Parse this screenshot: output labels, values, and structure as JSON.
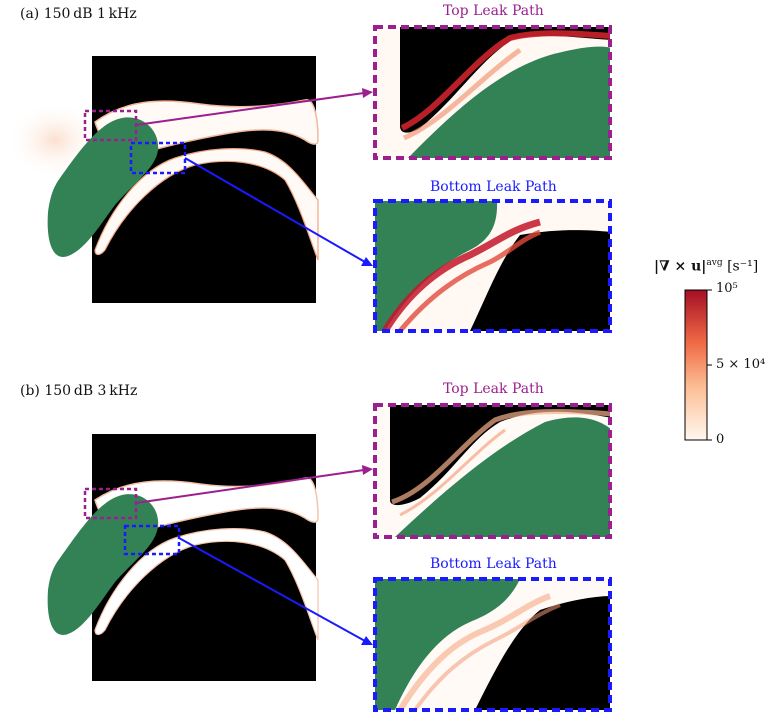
{
  "panels": [
    {
      "label": "(a) 150 dB 1 kHz",
      "top_title": "Top Leak Path",
      "bottom_title": "Bottom Leak Path"
    },
    {
      "label": "(b) 150 dB 3 kHz",
      "top_title": "Top Leak Path",
      "bottom_title": "Bottom Leak Path"
    }
  ],
  "colorbar": {
    "title_main": "|∇ × u|",
    "title_sup": "avg",
    "title_unit": "[s⁻¹]",
    "tick_max": "10⁵",
    "tick_mid": "5 × 10⁴",
    "tick_min": "0"
  },
  "colors": {
    "solid": "#000000",
    "tissue": "#338256",
    "top_accent": "#9b1f8e",
    "bottom_accent": "#1a1aff",
    "vorticity_high": "#b2182b",
    "vorticity_low": "#fff5ee"
  }
}
